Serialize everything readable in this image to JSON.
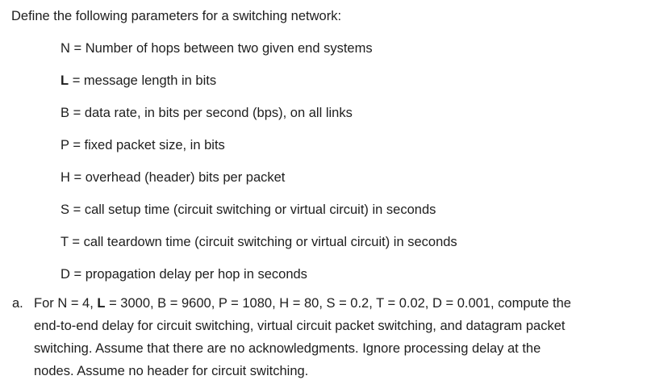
{
  "page": {
    "background_color": "#ffffff",
    "text_color": "#1e1e1e"
  },
  "intro": "Define the following parameters for a switching network:",
  "definitions": [
    {
      "symbol": "N",
      "rest": "= Number of hops between two given end systems"
    },
    {
      "symbol": "L",
      "rest": "= message length in bits",
      "symbol_bold": true
    },
    {
      "symbol": "B",
      "rest": "= data rate, in bits per second (bps), on all links"
    },
    {
      "symbol": "P",
      "rest": "= fixed packet size, in bits"
    },
    {
      "symbol": "H",
      "rest": "= overhead (header) bits per packet"
    },
    {
      "symbol": "S",
      "rest": "= call setup time (circuit switching or virtual circuit) in seconds"
    },
    {
      "symbol": "T",
      "rest": "= call teardown time (circuit switching or virtual circuit) in seconds"
    },
    {
      "symbol": "D",
      "rest": "= propagation delay per hop in seconds"
    }
  ],
  "part_a": {
    "label": "a.",
    "line1_pre": "For N = 4, ",
    "line1_bold_symbol": "L",
    "line1_post": " = 3000, B = 9600, P = 1080, H = 80, S = 0.2, T = 0.02, D = 0.001, compute the",
    "line2": "end-to-end delay for circuit switching, virtual circuit packet switching, and datagram packet",
    "line3": "switching. Assume that there are no acknowledgments. Ignore processing delay at the",
    "line4": "nodes. Assume no header for circuit switching."
  }
}
